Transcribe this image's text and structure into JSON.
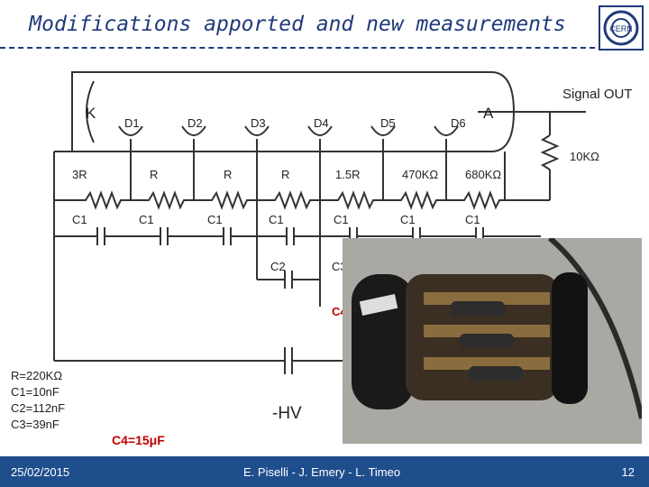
{
  "title": "Modifications apported and new measurements",
  "circuit": {
    "cathode": "K",
    "anode": "A",
    "dynodes": [
      "D1",
      "D2",
      "D3",
      "D4",
      "D5",
      "D6"
    ],
    "resistors": [
      "3R",
      "R",
      "R",
      "R",
      "1.5R",
      "470KΩ",
      "680KΩ"
    ],
    "caps_row1": [
      "C1",
      "C1",
      "C1",
      "C1",
      "C1",
      "C1",
      "C1"
    ],
    "c2": "C2",
    "c3": "C3",
    "c4_partial": "C4",
    "signal_out": "Signal OUT",
    "load_resistor": "10KΩ",
    "hv": "-HV"
  },
  "legend": {
    "r": "R=220KΩ",
    "c1": "C1=10nF",
    "c2": "C2=112nF",
    "c3": "C3=39nF",
    "c4": "C4=15μF"
  },
  "footer": {
    "date": "25/02/2015",
    "authors": "E. Piselli  - J. Emery - L. Timeo",
    "page": "12"
  },
  "colors": {
    "title": "#1f3a7a",
    "footer_bg": "#1f4e8c",
    "highlight": "#c00000"
  }
}
